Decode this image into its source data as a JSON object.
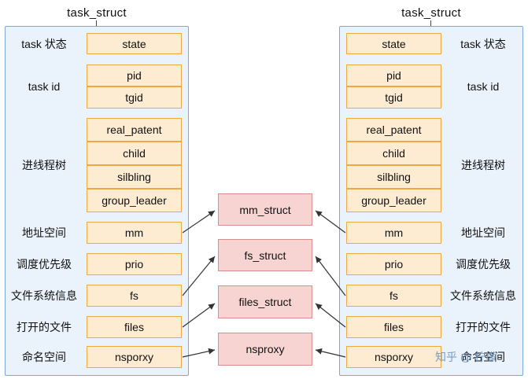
{
  "left": {
    "title": "task_struct",
    "groups": [
      {
        "label": "task 状态",
        "fields": [
          "state"
        ]
      },
      {
        "label": "task id",
        "fields": [
          "pid",
          "tgid"
        ]
      },
      {
        "label": "进线程树",
        "fields": [
          "real_patent",
          "child",
          "silbling",
          "group_leader"
        ]
      },
      {
        "label": "地址空间",
        "fields": [
          "mm"
        ]
      },
      {
        "label": "调度优先级",
        "fields": [
          "prio"
        ]
      },
      {
        "label": "文件系统信息",
        "fields": [
          "fs"
        ]
      },
      {
        "label": "打开的文件",
        "fields": [
          "files"
        ]
      },
      {
        "label": "命名空间",
        "fields": [
          "nsporxy"
        ]
      }
    ]
  },
  "right": {
    "title": "task_struct",
    "groups": [
      {
        "label": "task 状态",
        "fields": [
          "state"
        ]
      },
      {
        "label": "task id",
        "fields": [
          "pid",
          "tgid"
        ]
      },
      {
        "label": "进线程树",
        "fields": [
          "real_patent",
          "child",
          "silbling",
          "group_leader"
        ]
      },
      {
        "label": "地址空间",
        "fields": [
          "mm"
        ]
      },
      {
        "label": "调度优先级",
        "fields": [
          "prio"
        ]
      },
      {
        "label": "文件系统信息",
        "fields": [
          "fs"
        ]
      },
      {
        "label": "打开的文件",
        "fields": [
          "files"
        ]
      },
      {
        "label": "命名空间",
        "fields": [
          "nsporxy"
        ]
      }
    ]
  },
  "shared": {
    "boxes": [
      "mm_struct",
      "fs_struct",
      "files_struct",
      "nsproxy"
    ]
  },
  "watermark": "知乎 @ 柠檬",
  "colors": {
    "container_fill": "#eaf3fc",
    "container_border": "#7fa8d9",
    "field_fill": "#fdebd2",
    "field_border": "#efa944",
    "shared_fill": "#f7d4d2",
    "shared_border": "#d98c8c",
    "arrow": "#333333",
    "watermark": "#7d9cbe"
  }
}
